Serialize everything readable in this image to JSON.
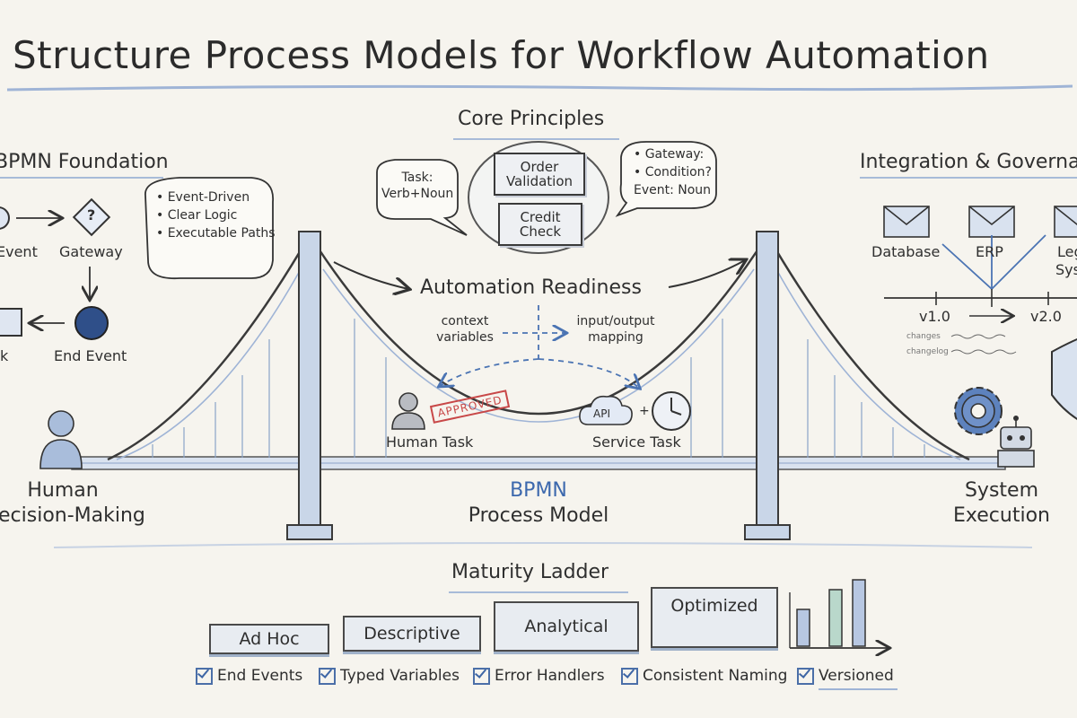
{
  "title": "Structure Process Models for Workflow Automation",
  "left": {
    "heading": "BPMN Foundation",
    "start_event": "Event",
    "gateway": "Gateway",
    "gateway_symbol": "?",
    "task": "k",
    "end_event": "End Event",
    "bubble": [
      "• Event-Driven",
      "• Clear Logic",
      "• Executable Paths"
    ],
    "human_label_1": "Human",
    "human_label_2": "ecision-Making"
  },
  "center": {
    "heading": "Core Principles",
    "task_bubble": [
      "Task:",
      "Verb+Noun"
    ],
    "gateway_bubble": [
      "• Gateway:",
      "• Condition?",
      "Event: Noun"
    ],
    "box1": [
      "Order",
      "Validation"
    ],
    "box2": [
      "Credit",
      "Check"
    ],
    "automation": "Automation Readiness",
    "context": [
      "context",
      "variables"
    ],
    "io": [
      "input/output",
      "mapping"
    ],
    "approved": "APPROVED",
    "human_task": "Human Task",
    "api": "API",
    "plus": "+",
    "service_task": "Service Task",
    "bpmn": "BPMN",
    "process_model": "Process Model"
  },
  "right": {
    "heading": "Integration & Governance",
    "systems": [
      "Database",
      "ERP",
      "Leg",
      "Sys"
    ],
    "v1": "v1.0",
    "v2": "v2.0",
    "notes": [
      "changes",
      "changelog"
    ],
    "system_1": "System",
    "system_2": "Execution"
  },
  "maturity": {
    "heading": "Maturity Ladder",
    "steps": [
      "Ad Hoc",
      "Descriptive",
      "Analytical",
      "Optimized"
    ],
    "checks": [
      "End Events",
      "Typed Variables",
      "Error Handlers",
      "Consistent Naming",
      "Versioned"
    ],
    "bar_levels": [
      0.45,
      0.7,
      0.82
    ]
  },
  "colors": {
    "accent": "#3c68ad",
    "ink": "#2e2e2e",
    "stamp": "#c84848",
    "bar_blue": "#b7c7e2",
    "bar_green": "#b9d8cb"
  },
  "icons": [
    "envelope-icon",
    "gear-icon",
    "robot-icon",
    "shield-icon",
    "person-icon",
    "cloud-api-icon",
    "clock-icon"
  ]
}
